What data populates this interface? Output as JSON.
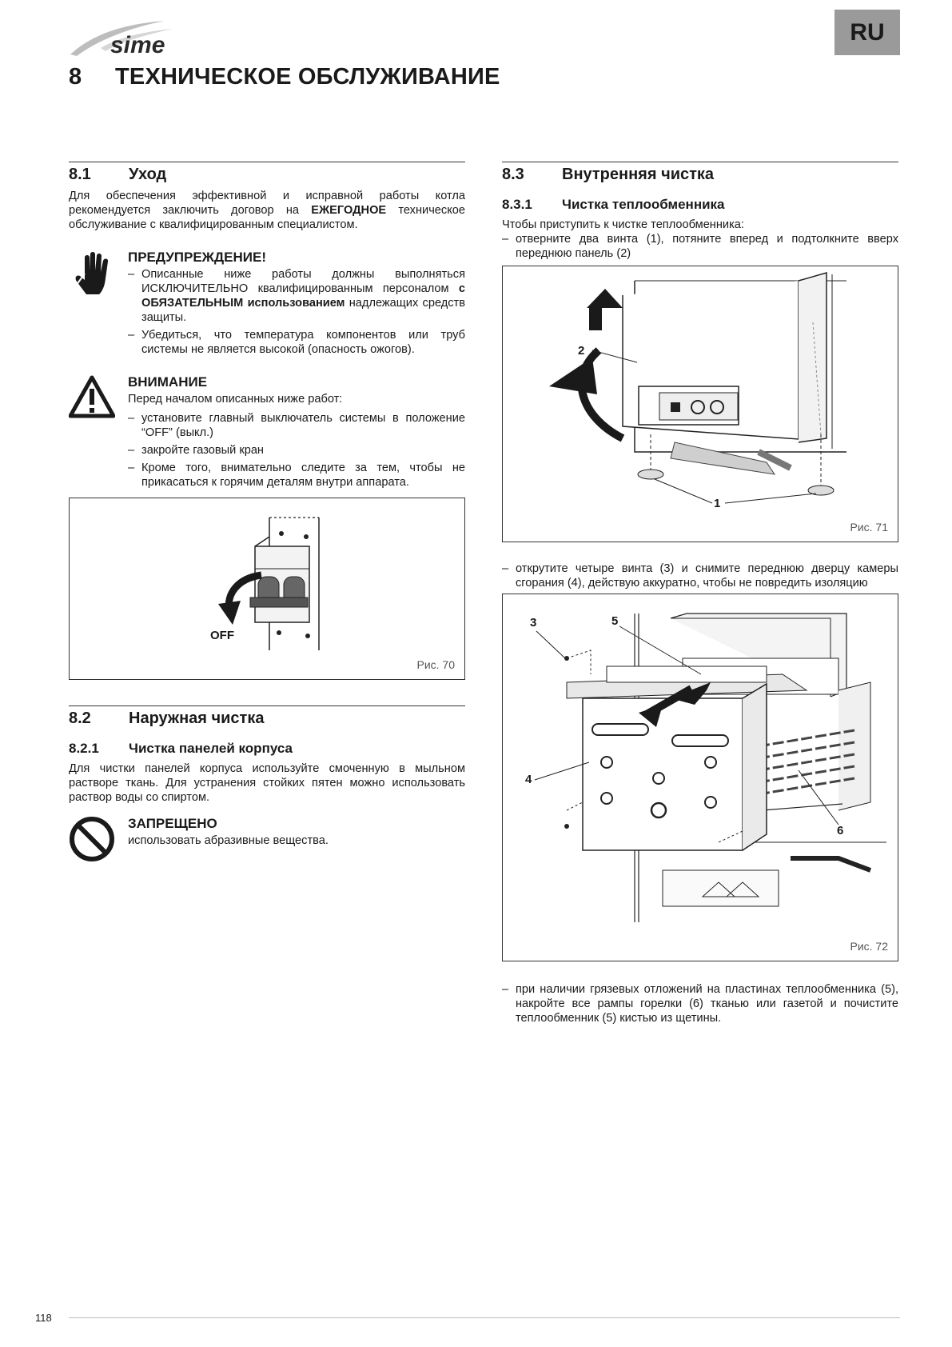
{
  "header": {
    "brand": "sime",
    "lang": "RU"
  },
  "chapter": {
    "num": "8",
    "title": "ТЕХНИЧЕСКОЕ ОБСЛУЖИВАНИЕ"
  },
  "s81": {
    "num": "8.1",
    "title": "Уход",
    "p1a": "Для обеспечения эффективной и исправной работы котла рекомендуется заключить договор на ",
    "p1b": "ЕЖЕГОДНОЕ",
    "p1c": " техническое обслуживание с квалифицированным специалистом.",
    "warn_title": "ПРЕДУПРЕЖДЕНИЕ!",
    "warn_1a": "Описанные ниже работы должны выполняться ИСКЛЮЧИТЕЛЬНО квалифицированным персоналом ",
    "warn_1b": "с ОБЯЗАТЕЛЬНЫМ использованием",
    "warn_1c": " надлежащих средств защиты.",
    "warn_2": "Убедиться, что температура компонентов или труб системы не является высокой (опасность ожогов).",
    "att_title": "ВНИМАНИЕ",
    "att_intro": "Перед началом описанных ниже работ:",
    "att_1": "установите главный выключатель системы в положение “OFF” (выкл.)",
    "att_2": "закройте газовый кран",
    "att_3": "Кроме того, внимательно следите за тем, чтобы не прикасаться к горячим деталям внутри аппарата.",
    "fig_label": "OFF",
    "fig_cap": "Рис. 70"
  },
  "s82": {
    "num": "8.2",
    "title": "Наружная чистка",
    "sub_num": "8.2.1",
    "sub_title": "Чистка панелей корпуса",
    "p1": "Для чистки панелей корпуса используйте смоченную в мыльном растворе ткань. Для устранения стойких пятен можно использовать раствор воды со спиртом.",
    "forbid_title": "ЗАПРЕЩЕНО",
    "forbid_text": "использовать абразивные вещества."
  },
  "s83": {
    "num": "8.3",
    "title": "Внутренняя чистка",
    "sub_num": "8.3.1",
    "sub_title": "Чистка теплообменника",
    "intro": "Чтобы приступить к чистке теплообменника:",
    "step1": "отверните два винта (1), потяните вперед и подтолкните вверх переднюю панель (2)",
    "fig71_labels": [
      "1",
      "2"
    ],
    "fig71_cap": "Рис. 71",
    "step2": "открутите четыре винта (3) и снимите переднюю дверцу камеры сгорания (4), действую аккуратно, чтобы не повредить изоляцию",
    "fig72_labels": [
      "3",
      "4",
      "5",
      "6"
    ],
    "fig72_cap": "Рис. 72",
    "step3": "при наличии грязевых отложений на пластинах теплообменника (5), накройте все рампы горелки (6) тканью или газетой и почистите теплообменник (5) кистью из щетины."
  },
  "footer": {
    "page": "118"
  }
}
